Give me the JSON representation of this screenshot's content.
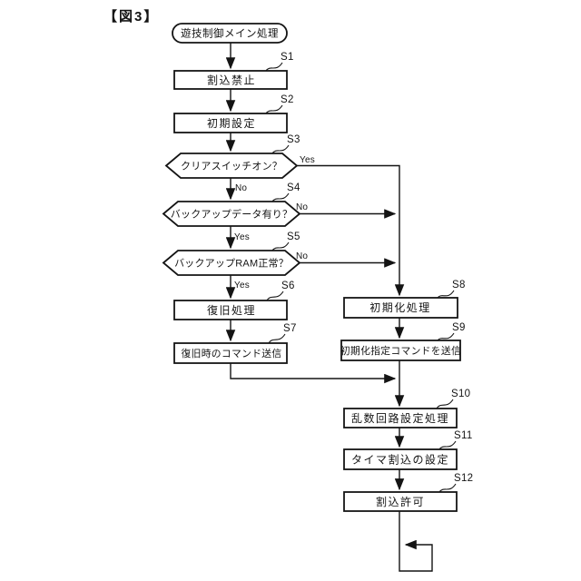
{
  "figure_title": "【図3】",
  "nodes": {
    "start": {
      "label": "遊技制御メイン処理",
      "type": "terminal"
    },
    "s1": {
      "id": "S1",
      "label": "割込禁止",
      "type": "process"
    },
    "s2": {
      "id": "S2",
      "label": "初期設定",
      "type": "process"
    },
    "s3": {
      "id": "S3",
      "label": "クリアスイッチオン？",
      "type": "decision"
    },
    "s4": {
      "id": "S4",
      "label": "バックアップデータ有り？",
      "type": "decision"
    },
    "s5": {
      "id": "S5",
      "label": "バックアップRAM正常？",
      "type": "decision"
    },
    "s6": {
      "id": "S6",
      "label": "復旧処理",
      "type": "process"
    },
    "s7": {
      "id": "S7",
      "label": "復旧時のコマンド送信",
      "type": "process"
    },
    "s8": {
      "id": "S8",
      "label": "初期化処理",
      "type": "process"
    },
    "s9": {
      "id": "S9",
      "label": "初期化指定コマンドを送信",
      "type": "process"
    },
    "s10": {
      "id": "S10",
      "label": "乱数回路設定処理",
      "type": "process"
    },
    "s11": {
      "id": "S11",
      "label": "タイマ割込の設定",
      "type": "process"
    },
    "s12": {
      "id": "S12",
      "label": "割込許可",
      "type": "process"
    }
  },
  "branch_labels": {
    "s3_yes": "Yes",
    "s3_no": "No",
    "s4_no": "No",
    "s4_yes": "Yes",
    "s5_no": "No",
    "s5_yes": "Yes"
  },
  "colors": {
    "line": "#141414",
    "background": "#ffffff"
  }
}
